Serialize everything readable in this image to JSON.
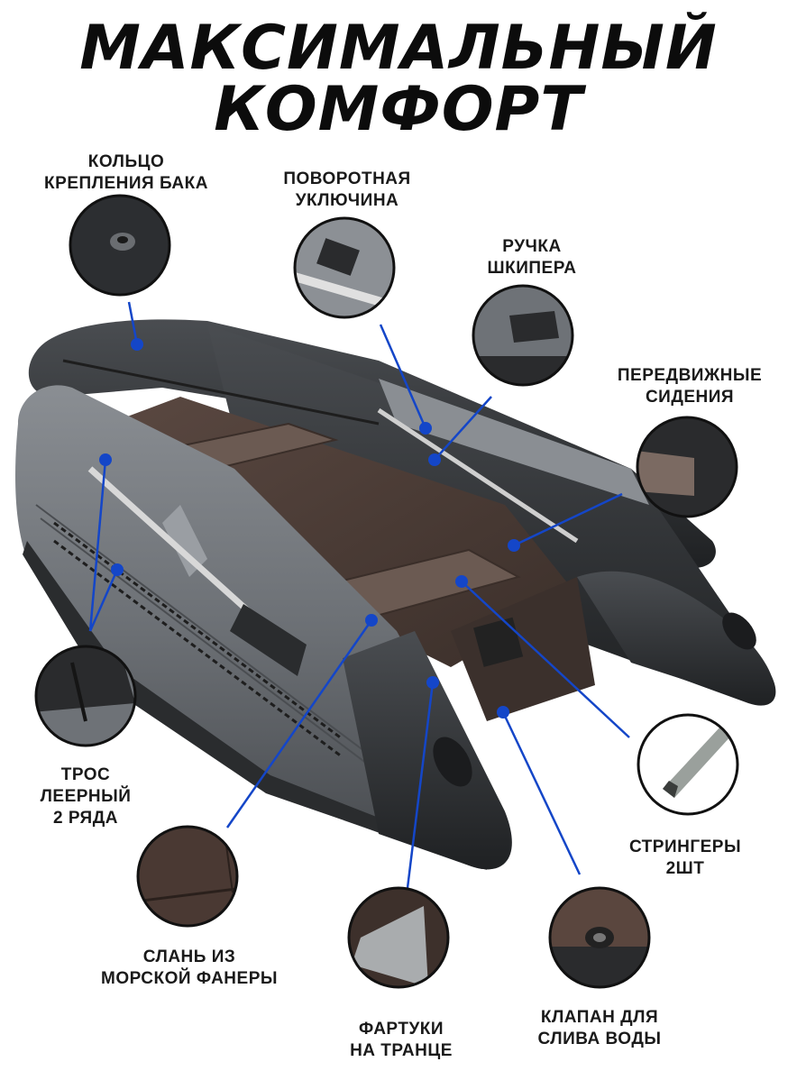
{
  "title": {
    "line1": "МАКСИМАЛЬНЫЙ",
    "line2": "КОМФОРТ"
  },
  "colors": {
    "pointer": "#1446c8",
    "hull_gray": "#6e7277",
    "hull_dark": "#2e3033",
    "floor_brown": "#4a3b35"
  },
  "features": {
    "fuel_tank_ring": {
      "line1": "КОЛЬЦО",
      "line2": "КРЕПЛЕНИЯ БАКА"
    },
    "oarlock": {
      "line1": "ПОВОРОТНАЯ",
      "line2": "УКЛЮЧИНА"
    },
    "skipper_handle": {
      "line1": "РУЧКА",
      "line2": "ШКИПЕРА"
    },
    "movable_seats": {
      "line1": "ПЕРЕДВИЖНЫЕ",
      "line2": "СИДЕНИЯ"
    },
    "lifeline": {
      "line1": "ТРОС",
      "line2": "ЛЕЕРНЫЙ",
      "line3": "2 РЯДА"
    },
    "stringers": {
      "line1": "СТРИНГЕРЫ",
      "line2": "2ШТ"
    },
    "plywood_floor": {
      "line1": "СЛАНЬ ИЗ",
      "line2": "МОРСКОЙ ФАНЕРЫ"
    },
    "transom_aprons": {
      "line1": "ФАРТУКИ",
      "line2": "НА ТРАНЦЕ"
    },
    "drain_valve": {
      "line1": "КЛАПАН ДЛЯ",
      "line2": "СЛИВА ВОДЫ"
    }
  }
}
